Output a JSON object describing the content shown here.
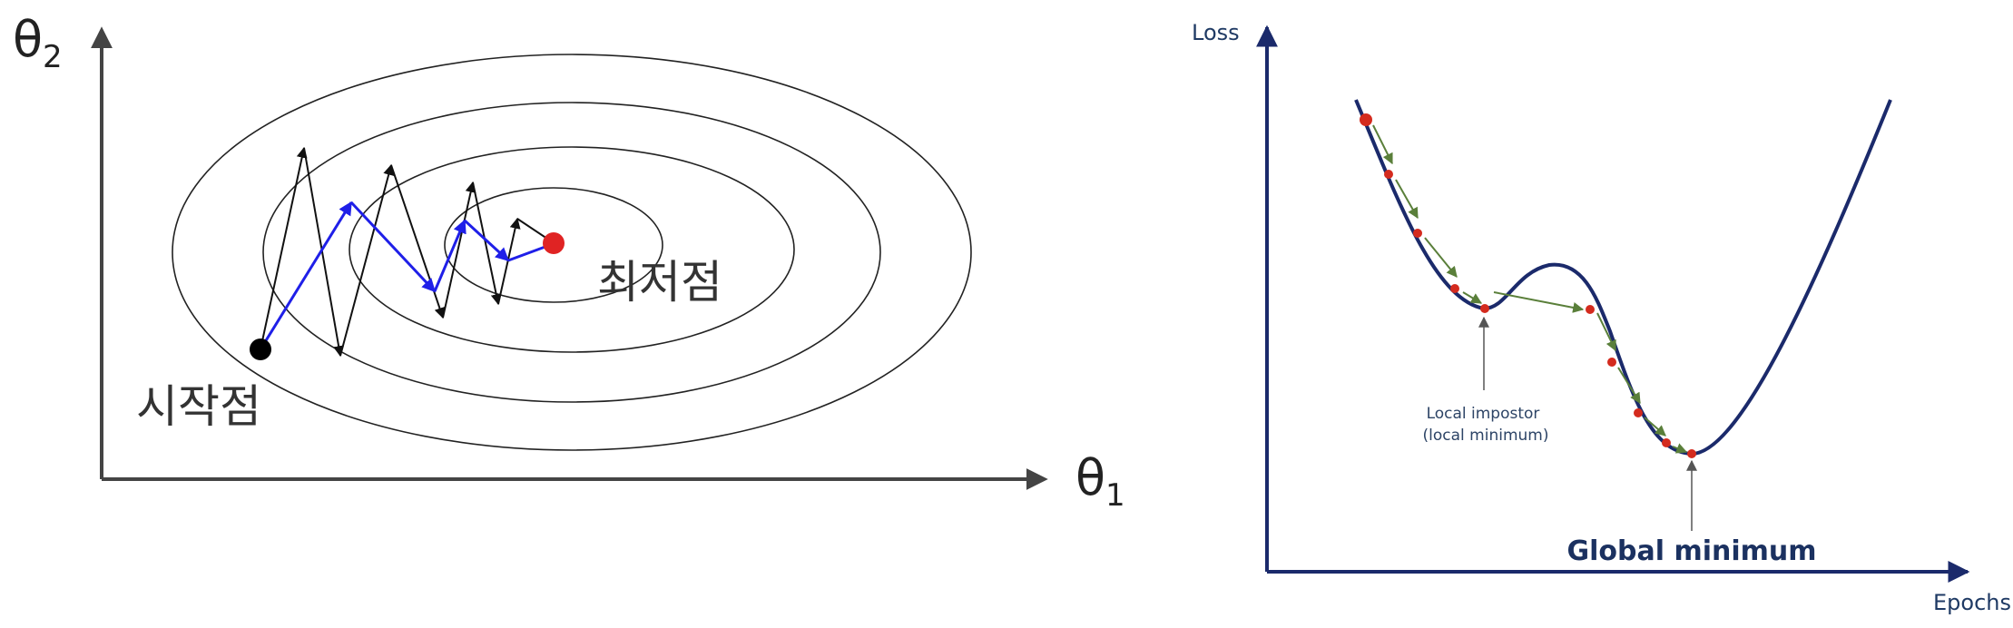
{
  "left_diagram": {
    "y_axis_symbol": "θ",
    "y_axis_subscript": "2",
    "x_axis_symbol": "θ",
    "x_axis_subscript": "1",
    "start_label": "시작점",
    "optimum_label": "최저점",
    "colors": {
      "axis": "#444444",
      "contour": "#222222",
      "zigzag": "#111111",
      "path": "#1f1fe8",
      "start_point": "#000000",
      "optimum_point": "#e02323"
    }
  },
  "right_diagram": {
    "y_axis_label": "Loss",
    "x_axis_label": "Epochs",
    "local_annotation_line1": "Local impostor",
    "local_annotation_line2": "(local minimum)",
    "global_annotation": "Global minimum",
    "colors": {
      "axis": "#1b2a6b",
      "curve": "#1b2a6b",
      "step_points": "#d42b1e",
      "step_arrows": "#5a7f3a"
    }
  }
}
